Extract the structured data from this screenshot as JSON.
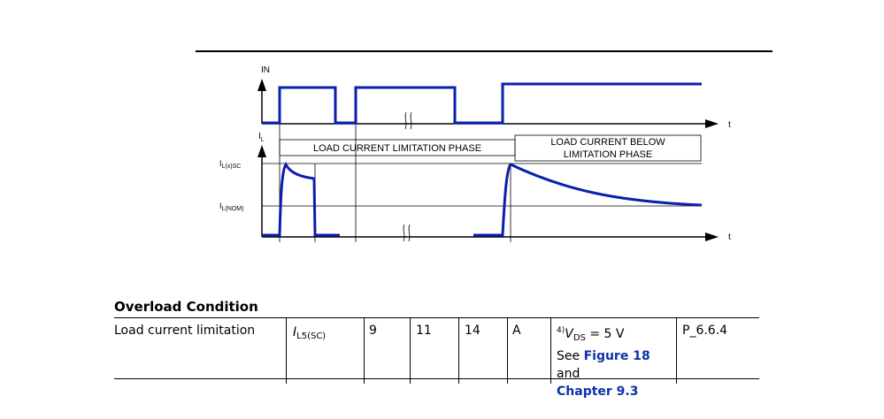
{
  "diagram": {
    "in_label": "IN",
    "t_label_top": "t",
    "t_label_bottom": "t",
    "il_label": {
      "base": "I",
      "sub": "L"
    },
    "ilsc_label": {
      "base": "I",
      "sub": "L(x)SC"
    },
    "ilnom_label": {
      "base": "I",
      "sub": "L(NOM)"
    },
    "phase_limitation": "LOAD CURRENT LIMITATION PHASE",
    "phase_below_line1": "LOAD CURRENT BELOW",
    "phase_below_line2": "LIMITATION PHASE",
    "signal_color": "#0a1fb0"
  },
  "table": {
    "section_title": "Overload Condition",
    "row": {
      "parameter": "Load current limitation",
      "symbol_base": "I",
      "symbol_sub": "L5(SC)",
      "min": "9",
      "typ": "11",
      "max": "14",
      "unit": "A",
      "cond_footnote": "4)",
      "cond_var": "V",
      "cond_var_sub": "DS",
      "cond_value": " = 5 V",
      "see_prefix": "See ",
      "see_link1": "Figure 18",
      "see_and": " and",
      "see_link2": "Chapter 9.3",
      "number": "P_6.6.4"
    }
  }
}
